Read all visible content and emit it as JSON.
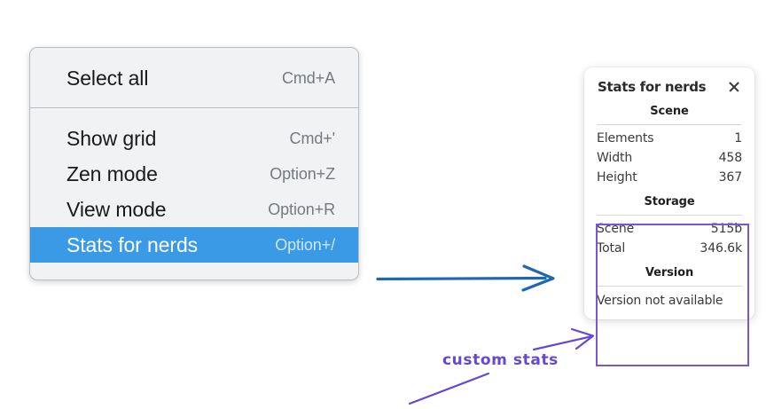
{
  "menu": {
    "sections": [
      {
        "items": [
          {
            "label": "Select all",
            "shortcut": "Cmd+A",
            "selected": false,
            "name": "menu-item-select-all"
          }
        ]
      },
      {
        "items": [
          {
            "label": "Show grid",
            "shortcut": "Cmd+'",
            "selected": false,
            "name": "menu-item-show-grid"
          },
          {
            "label": "Zen mode",
            "shortcut": "Option+Z",
            "selected": false,
            "name": "menu-item-zen-mode"
          },
          {
            "label": "View mode",
            "shortcut": "Option+R",
            "selected": false,
            "name": "menu-item-view-mode"
          },
          {
            "label": "Stats for nerds",
            "shortcut": "Option+/",
            "selected": true,
            "name": "menu-item-stats-for-nerds"
          }
        ]
      }
    ]
  },
  "stats_panel": {
    "title": "Stats for nerds",
    "close_icon": "close-icon",
    "sections": [
      {
        "heading": "Scene",
        "rows": [
          {
            "key": "Elements",
            "value": "1"
          },
          {
            "key": "Width",
            "value": "458"
          },
          {
            "key": "Height",
            "value": "367"
          }
        ]
      },
      {
        "heading": "Storage",
        "rows": [
          {
            "key": "Scene",
            "value": "515b"
          },
          {
            "key": "Total",
            "value": "346.6k"
          }
        ]
      },
      {
        "heading": "Version",
        "note": "Version not available"
      }
    ]
  },
  "annotations": {
    "custom_stats_label": "custom stats",
    "arrow_blue_color": "#1f68ad",
    "arrow_purple_color": "#6747d6",
    "highlight_box_color": "#7a55d8"
  },
  "colors": {
    "menu_background": "#f0f2f4",
    "menu_border": "#b8bec6",
    "selection_blue": "#3b9ae5",
    "selection_text": "#ffffff",
    "shortcut_grey": "#767a80",
    "panel_background": "#ffffff",
    "page_background": "#ffffff"
  }
}
